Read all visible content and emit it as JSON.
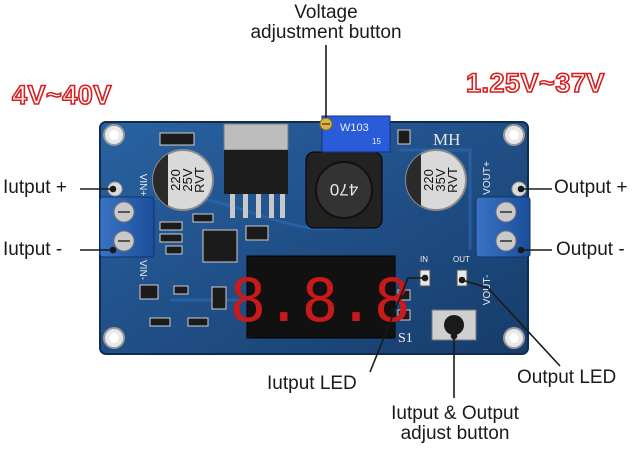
{
  "labels": {
    "voltage_adjust": [
      "Voltage",
      "adjustment button"
    ],
    "input_range": "4V~40V",
    "output_range": "1.25V~37V",
    "input_plus": "Iutput +",
    "input_minus": "Iutput -",
    "output_plus": "Output +",
    "output_minus": "Output -",
    "input_led": "Iutput LED",
    "output_led": "Output LED",
    "io_adjust": [
      "Iutput & Output",
      "adjust button"
    ]
  },
  "board": {
    "brand": "MH",
    "pot_code": "W103",
    "pot_small": "15",
    "inductor_code": "470",
    "cap_left": [
      "220",
      "25V",
      "RVT"
    ],
    "cap_right": [
      "220",
      "35V",
      "RVT"
    ],
    "display_digits": "8.8.8",
    "switch_label": "S1",
    "led_in": "IN",
    "led_out": "OUT",
    "pin_vin_plus": "VIN+",
    "pin_vin_minus": "VIN-",
    "pin_vout_plus": "VOUT+",
    "pin_vout_minus": "VOUT-"
  },
  "colors": {
    "pcb": "#1f4f86",
    "range_text": "#d62020",
    "display_segment": "#ff2a2a"
  }
}
